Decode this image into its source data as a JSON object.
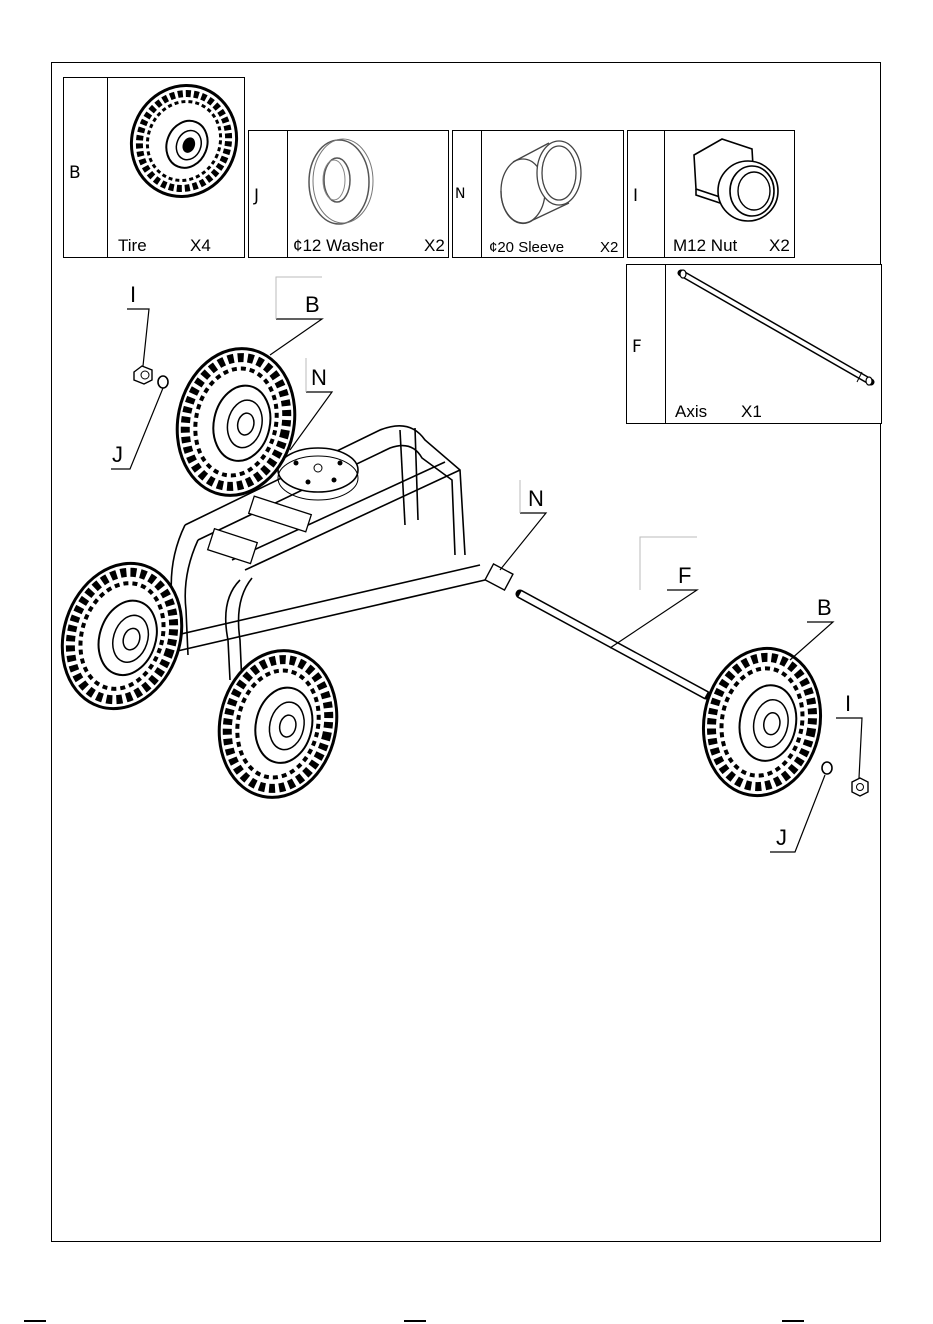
{
  "parts": [
    {
      "letter": "B",
      "name": "Tire",
      "qty": "X4",
      "icon": "tire-icon"
    },
    {
      "letter": "J",
      "name": "¢12 Washer",
      "qty": "X2",
      "icon": "washer-icon"
    },
    {
      "letter": "N",
      "name": "¢20   Sleeve",
      "qty": "X2",
      "icon": "sleeve-icon"
    },
    {
      "letter": "I",
      "name": "M12 Nut",
      "qty": "X2",
      "icon": "nut-icon"
    },
    {
      "letter": "F",
      "name": "Axis",
      "qty": "X1",
      "icon": "axle-icon"
    }
  ],
  "callouts": {
    "nut_left": "I",
    "tire_left": "B",
    "sleeve_left": "N",
    "washer_left": "J",
    "sleeve_right": "N",
    "axle": "F",
    "tire_right": "B",
    "nut_right": "I",
    "washer_right": "J"
  }
}
